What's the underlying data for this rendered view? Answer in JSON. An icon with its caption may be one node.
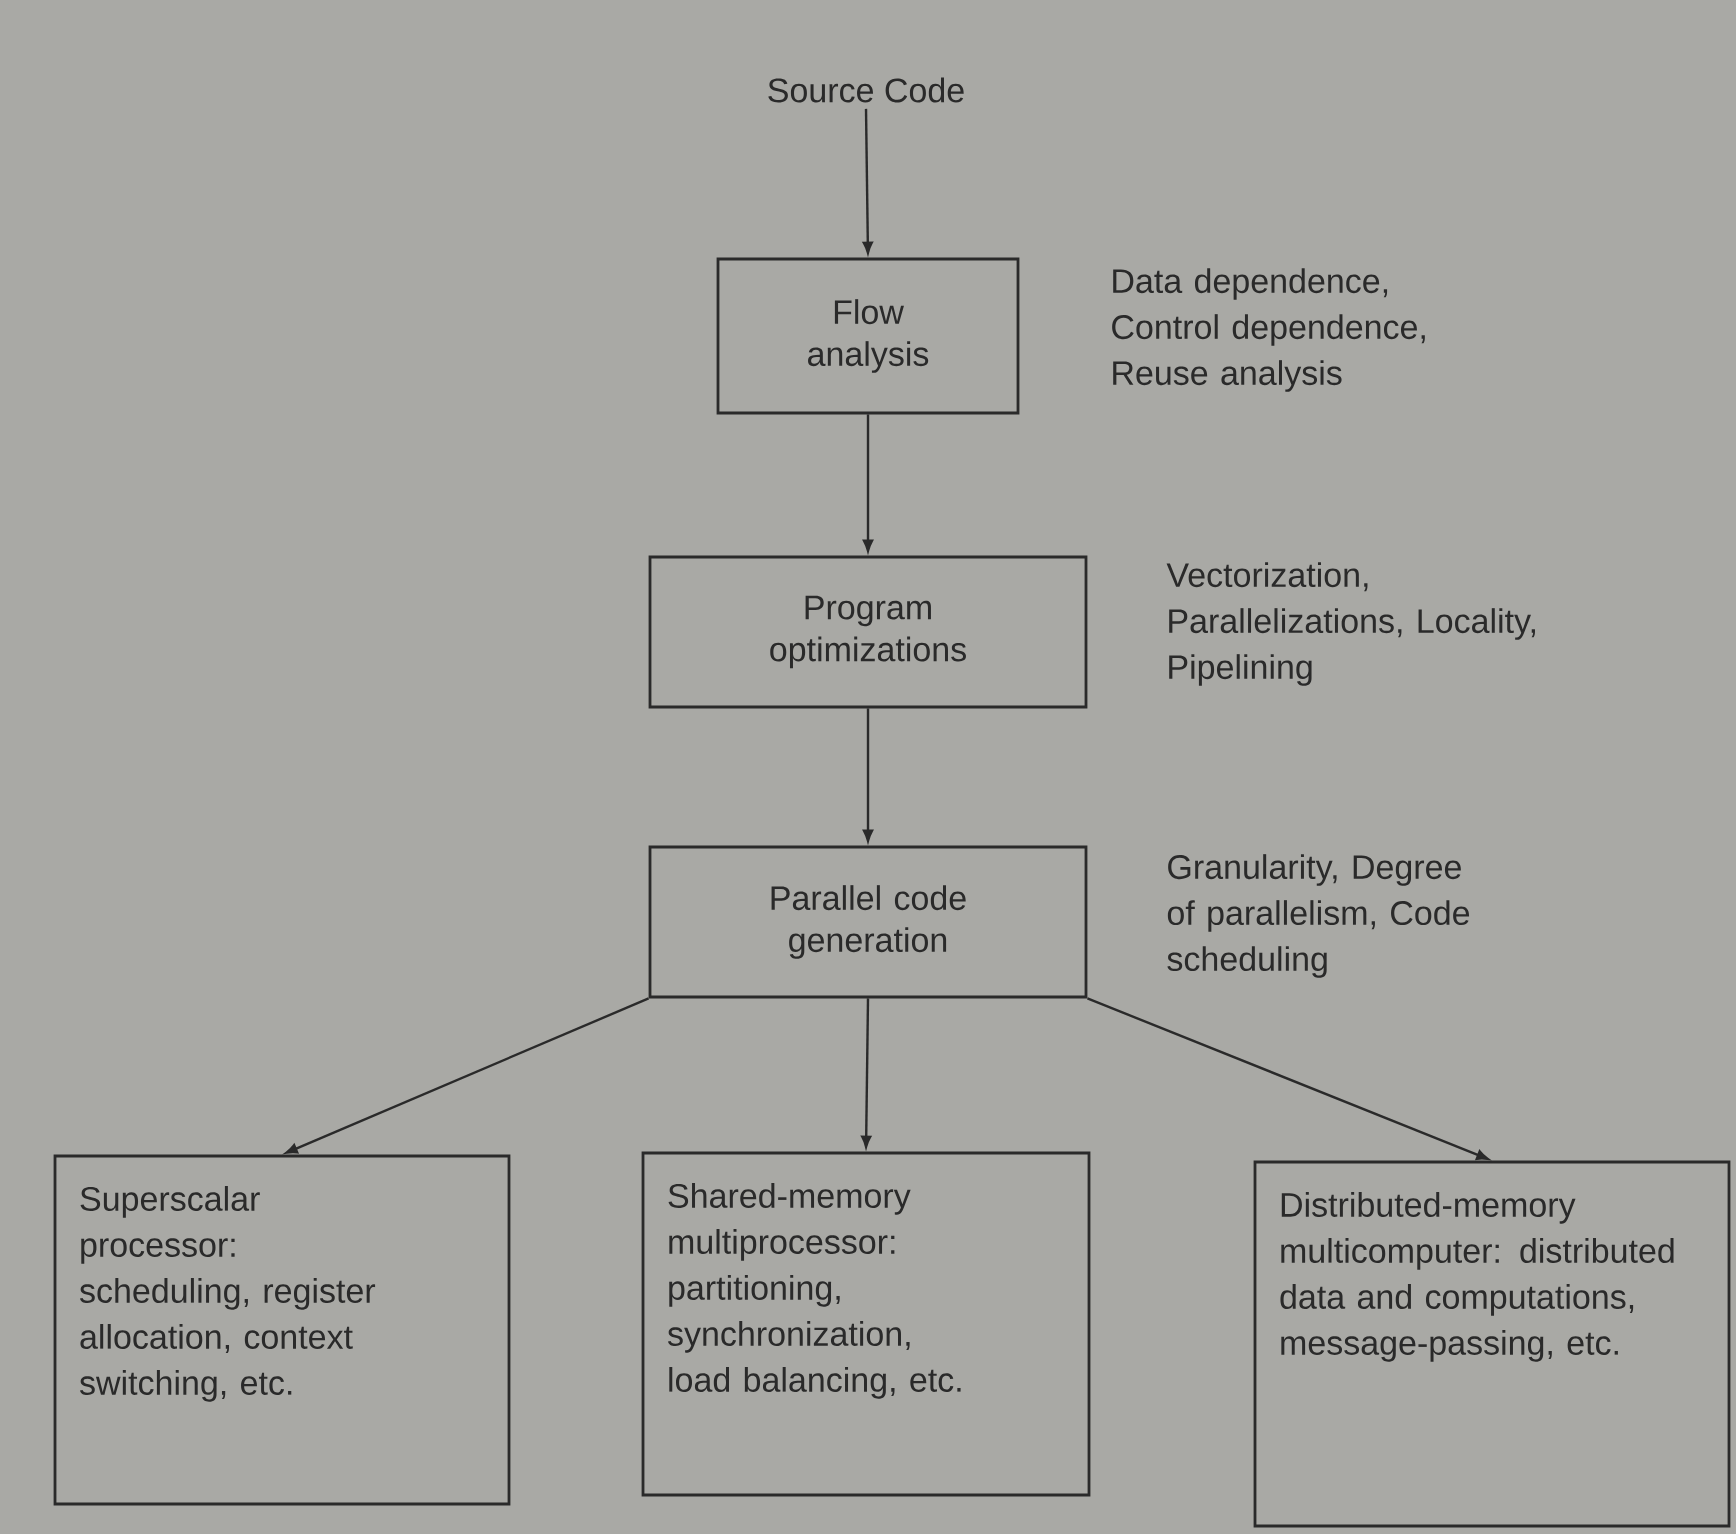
{
  "diagram": {
    "nodes": [
      {
        "text": [
          "Source Code"
        ]
      },
      {
        "text": [
          "Flow analysis"
        ],
        "beside": [
          "Data dependence, Control dependence, Reuse analysis"
        ]
      },
      {
        "text": [
          "Program optimizations"
        ],
        "beside": [
          "Vectorization, Parallelizations, Locality, Pipelining"
        ]
      },
      {
        "text": [
          "Parallel code generation"
        ],
        "beside": [
          "Granularity, Degree of parallelism, Code scheduling"
        ]
      },
      {
        "text": [
          "Superscalar processor: scheduling, register allocation, context switching, etc."
        ]
      },
      {
        "text": [
          "Shared-memory multiprocessor: partitioning, synchronization, load balancing, etc."
        ]
      },
      {
        "text": [
          "Distributed-memory multicomputer: distributed data and computations, message-passing, etc."
        ]
      }
    ],
    "edges": [
      {
        "from": 0,
        "to": 1,
        "arrow": "to"
      },
      {
        "from": 1,
        "to": 2,
        "arrow": "to"
      },
      {
        "from": 2,
        "to": 3,
        "arrow": "to"
      },
      {
        "from": 3,
        "to": 4,
        "arrow": "to"
      },
      {
        "from": 3,
        "to": 5,
        "arrow": "to"
      },
      {
        "from": 3,
        "to": 6,
        "arrow": "to"
      }
    ]
  }
}
